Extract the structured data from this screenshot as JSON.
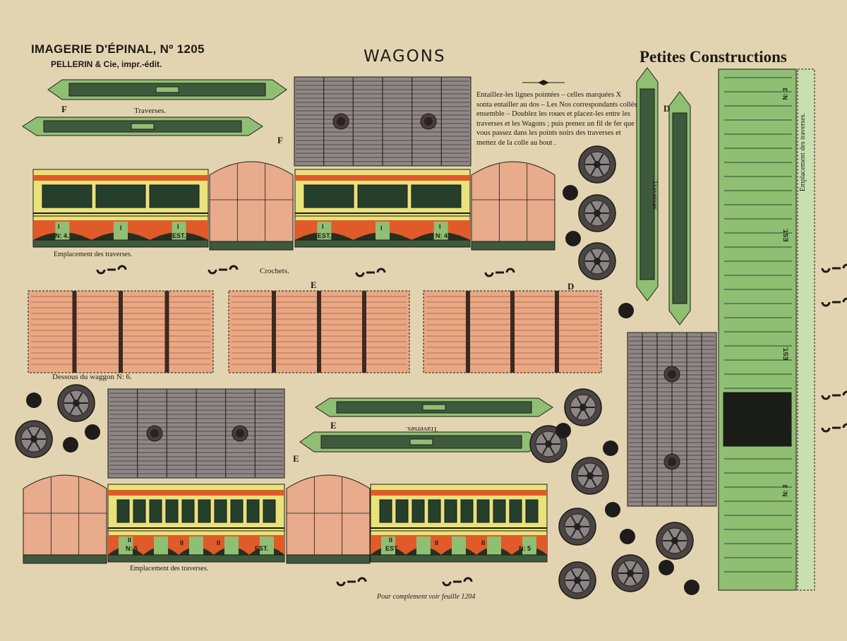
{
  "header": {
    "publisher": "IMAGERIE D'ÉPINAL, Nº 1205",
    "printer": "PELLERIN & Cie, impr.-édit.",
    "title": "WAGONS",
    "series": "Petites Constructions"
  },
  "instructions": [
    "Entaillez-les lignes pointées – celles marquées X",
    "sonta entailler au dos – Les Nos correspondants collés",
    "ensemble – Doublez les roues et placez-les entre les",
    "traverses et les Wagons ; puis prenez un fil de fer que",
    "vous passez dans les points noirs des traverses et",
    "mettez   de la colle au bout ."
  ],
  "labels": {
    "traverses": "Traverses.",
    "traverses_vertical": "Traverses",
    "emplacement": "Emplacement des traverses.",
    "emplacement_vertical": "Emplacement des traverses.",
    "crochets": "Crochets.",
    "dessous": "Dessous du waggon N: 6.",
    "footer": "Pour complement voir feuille 1204"
  },
  "part_letters": {
    "f1": "F",
    "f2": "F",
    "e1": "E",
    "e2": "E",
    "e3": "E",
    "d1": "D",
    "d2": "D"
  },
  "car_marks": {
    "top_left": [
      "I",
      "N: 4.",
      "I",
      "I",
      "EST."
    ],
    "top_right": [
      "I",
      "EST.",
      "I",
      "I",
      "N: 4."
    ],
    "bottom_left": [
      "II",
      "N: 5",
      "II",
      "II",
      "EST."
    ],
    "bottom_right": [
      "II",
      "EST.",
      "II",
      "II",
      "N: 5"
    ],
    "freight": [
      "N: 3",
      "EST.",
      "EST.",
      "N: 3"
    ]
  },
  "colors": {
    "paper": "#e3d4b1",
    "green": "#8fbf73",
    "dark_green": "#3e5a3c",
    "salmon": "#e8ab8c",
    "red_orange": "#e05a2a",
    "yellow": "#e9e27a",
    "ink": "#1e1a16",
    "roof_gray": "#8f8786"
  }
}
